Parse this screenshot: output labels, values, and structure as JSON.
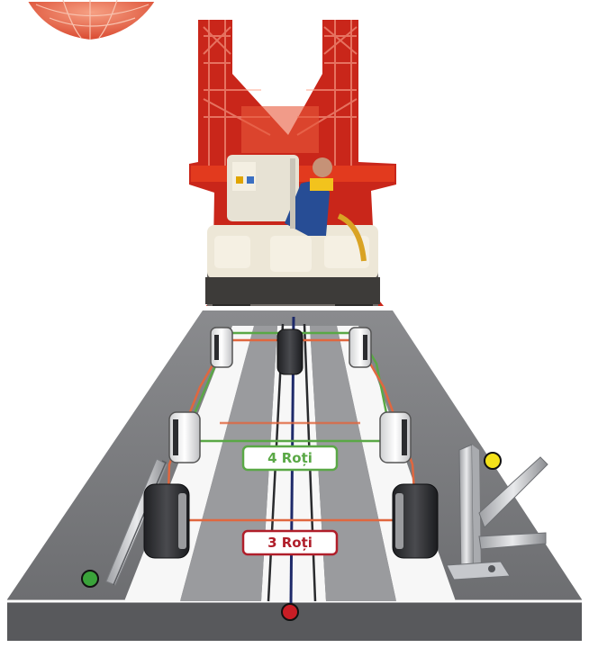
{
  "labels": {
    "four_wheels": "4 Roți",
    "three_wheels": "3 Roți"
  },
  "colors": {
    "four_wheel_path": "#5aa846",
    "three_wheel_path": "#e0673f",
    "three_wheel_label_border": "#b01e2a",
    "floor_dark": "#56575b",
    "floor_light": "#8c8d90",
    "lane_white": "#f7f7f7",
    "rack_red": "#e23a1e",
    "dot_green": "#3aa33a",
    "dot_yellow": "#f4e21a",
    "dot_red": "#c81d25"
  },
  "markers": [
    {
      "name": "green-marker",
      "color": "green"
    },
    {
      "name": "yellow-marker",
      "color": "yellow"
    },
    {
      "name": "red-marker",
      "color": "red"
    }
  ]
}
